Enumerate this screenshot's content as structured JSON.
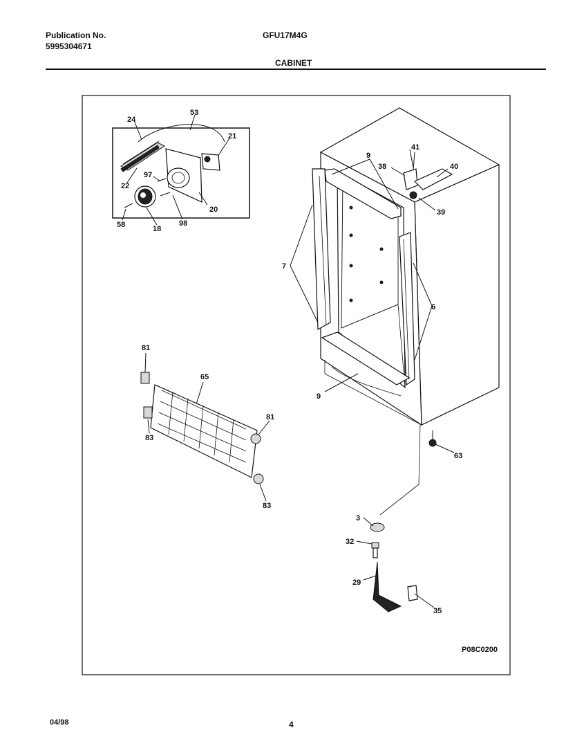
{
  "header": {
    "publication_label": "Publication No.",
    "publication_number": "5995304671",
    "model": "GFU17M4G",
    "section": "CABINET"
  },
  "diagram": {
    "drawing_code": "P08C0200",
    "callouts": {
      "c24": "24",
      "c53": "53",
      "c21": "21",
      "c22": "22",
      "c97": "97",
      "c20": "20",
      "c58": "58",
      "c18": "18",
      "c98": "98",
      "c9a": "9",
      "c9b": "9",
      "c41": "41",
      "c38": "38",
      "c40": "40",
      "c39": "39",
      "c7": "7",
      "c6": "6",
      "c81a": "81",
      "c65": "65",
      "c83a": "83",
      "c81b": "81",
      "c83b": "83",
      "c63": "63",
      "c3": "3",
      "c32": "32",
      "c29": "29",
      "c35": "35"
    }
  },
  "footer": {
    "date": "04/98",
    "page": "4"
  }
}
